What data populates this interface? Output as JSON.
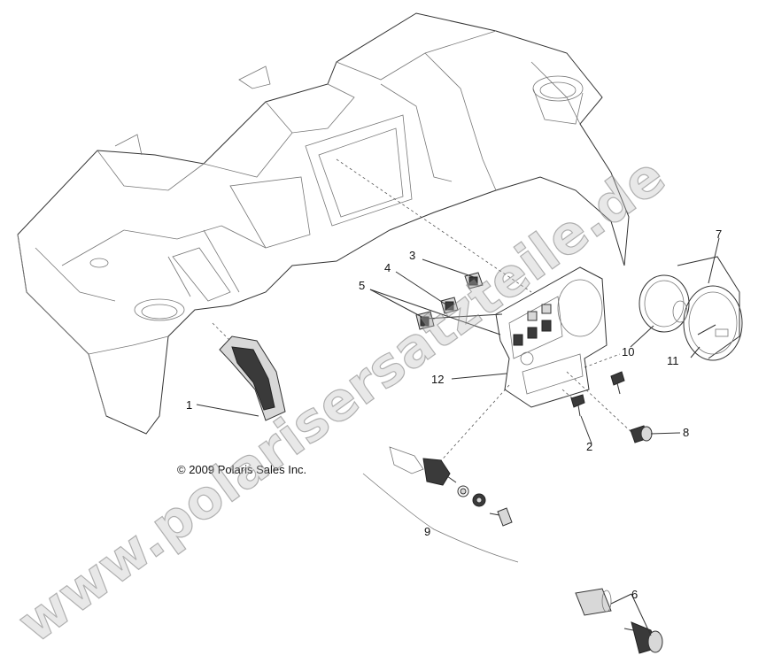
{
  "copyright": "© 2009 Polaris Sales Inc.",
  "watermark": "www.polarisersatzteile.de",
  "callouts": {
    "c1": "1",
    "c2": "2",
    "c3": "3",
    "c4": "4",
    "c5": "5",
    "c6": "6",
    "c7": "7",
    "c8": "8",
    "c9": "9",
    "c10": "10",
    "c11": "11",
    "c12": "12"
  }
}
